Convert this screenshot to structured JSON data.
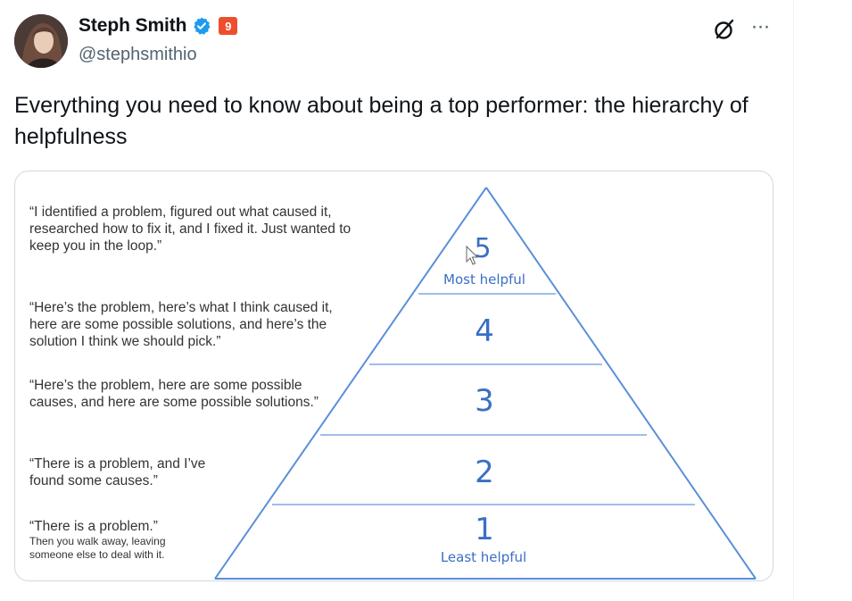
{
  "author": {
    "display_name": "Steph Smith",
    "handle": "@stephsmithio",
    "badge_count": "9",
    "verified_icon": "verified-badge-icon"
  },
  "actions": {
    "grok_icon": "grok-icon",
    "more_label": "···"
  },
  "tweet": {
    "text": "Everything you need to know about being a top performer: the hierarchy of helpfulness"
  },
  "image": {
    "levels": [
      {
        "number": "5",
        "caption": "Most helpful",
        "quote_lines": [
          "“I identified a problem, figured out what caused it,",
          "researched how to fix it, and I fixed it. Just wanted to",
          "keep you in the loop.”"
        ]
      },
      {
        "number": "4",
        "caption": "",
        "quote_lines": [
          "“Here’s the problem, here’s what I think caused it,",
          "here are some possible solutions, and here’s the",
          "solution I think we should pick.”"
        ]
      },
      {
        "number": "3",
        "caption": "",
        "quote_lines": [
          "“Here’s the problem, here are some possible",
          "causes, and here are some possible solutions.”"
        ]
      },
      {
        "number": "2",
        "caption": "",
        "quote_lines": [
          "“There is a problem, and I’ve",
          "found some causes.”"
        ]
      },
      {
        "number": "1",
        "caption": "Least helpful",
        "quote_lines": [
          "“There is a problem.”"
        ],
        "subnote_lines": [
          "Then you walk away, leaving",
          "someone else to deal with it."
        ]
      }
    ],
    "colors": {
      "pyramid": "#5b8fd9",
      "number": "#3a6fc4"
    }
  }
}
